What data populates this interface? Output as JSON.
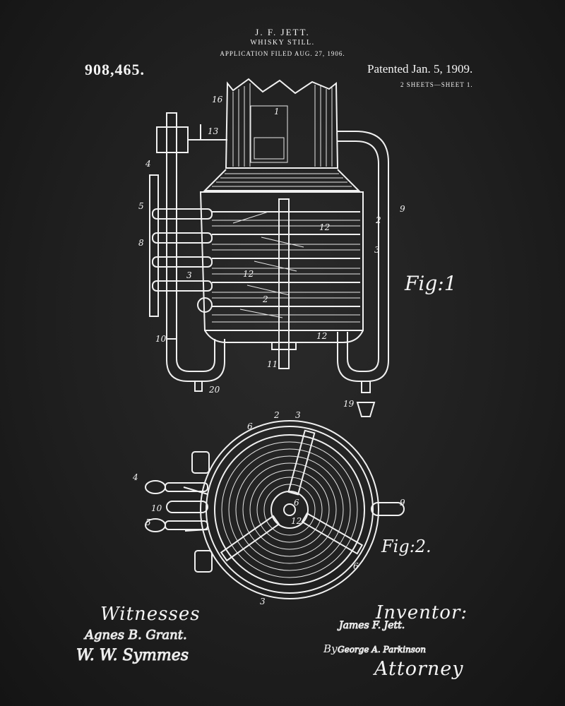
{
  "header": {
    "inventor": "J. F. JETT.",
    "title": "WHISKY STILL.",
    "filed": "APPLICATION FILED AUG. 27, 1906.",
    "patent_number": "908,465.",
    "patented": "Patented Jan. 5, 1909.",
    "sheets": "2 SHEETS—SHEET 1."
  },
  "figures": {
    "fig1": "Fig:1",
    "fig2": "Fig:2."
  },
  "ref_numerals_fig1": [
    "16",
    "1",
    "13",
    "4",
    "5",
    "8",
    "3",
    "2",
    "12",
    "9",
    "3",
    "2",
    "12",
    "10",
    "11",
    "12",
    "19",
    "20"
  ],
  "ref_numerals_fig2": [
    "6",
    "2",
    "3",
    "4",
    "9",
    "10",
    "5",
    "6",
    "12",
    "6",
    "3"
  ],
  "footer": {
    "witnesses_label": "Witnesses",
    "witness_1": "Agnes B. Grant.",
    "witness_2": "W. W. Symmes",
    "inventor_label": "Inventor:",
    "inventor_signature": "James F. Jett.",
    "by_label": "By",
    "attorney_signature": "George A. Parkinson",
    "attorney_label": "Attorney"
  },
  "colors": {
    "background": "#1f1f1f",
    "ink": "#f2f2f2"
  }
}
